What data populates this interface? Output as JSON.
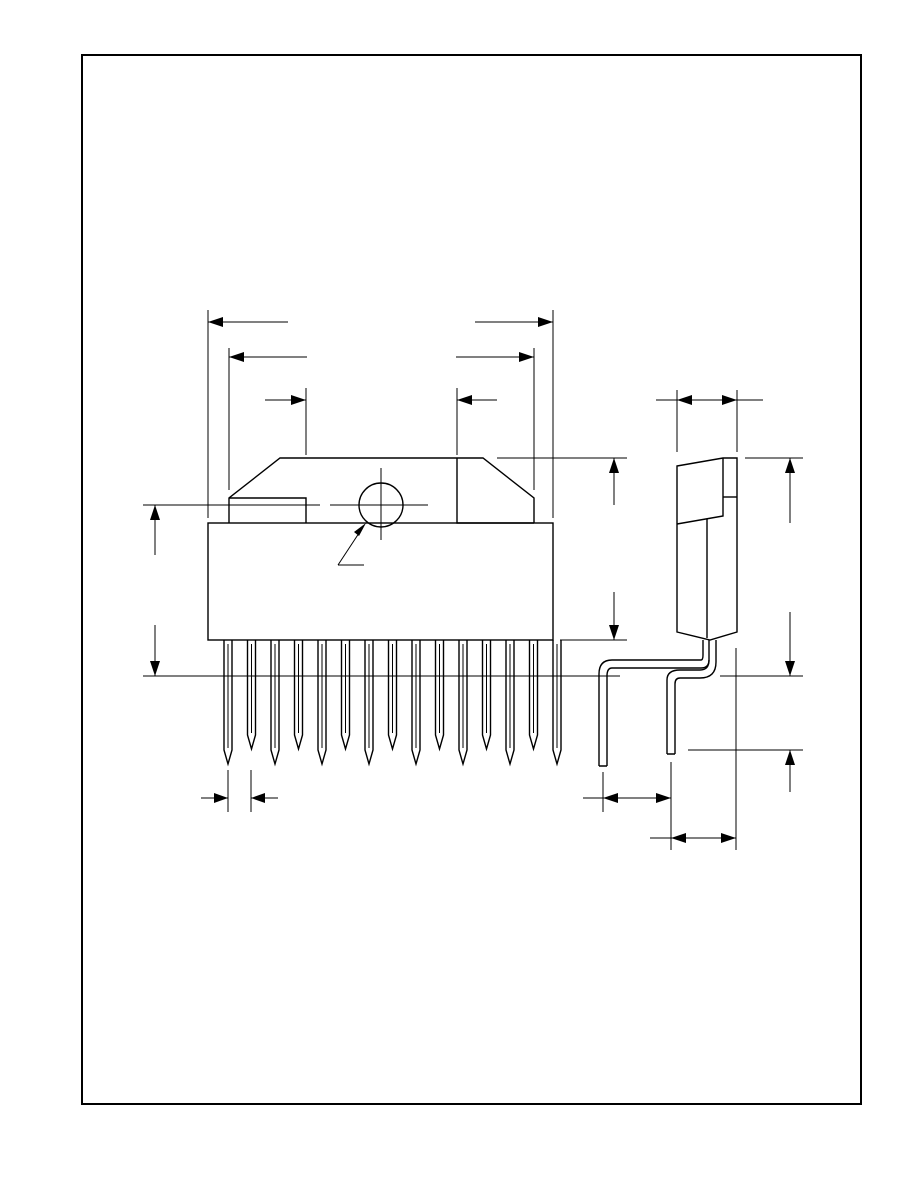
{
  "drawing": {
    "kind": "package-outline",
    "line_color": "#000000",
    "background": "#ffffff",
    "front_view_lead_count": 15,
    "side_view_lead_rows": 2
  },
  "caption": ""
}
